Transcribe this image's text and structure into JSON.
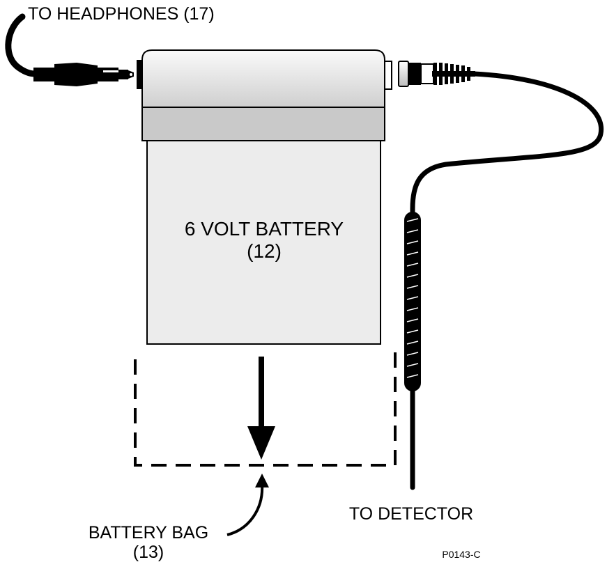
{
  "labels": {
    "headphones": "TO HEADPHONES (17)",
    "battery_line1": "6 VOLT BATTERY",
    "battery_line2": "(12)",
    "detector": "TO DETECTOR",
    "bag_line1": "BATTERY BAG",
    "bag_line2": "(13)",
    "figure_id": "P0143-C"
  },
  "colors": {
    "outline": "#000000",
    "battery_body": "#ececec",
    "battery_band": "#c9c9c9",
    "battery_top_light": "#fafafa",
    "battery_top_dark": "#cfcfcf",
    "background": "#ffffff"
  }
}
